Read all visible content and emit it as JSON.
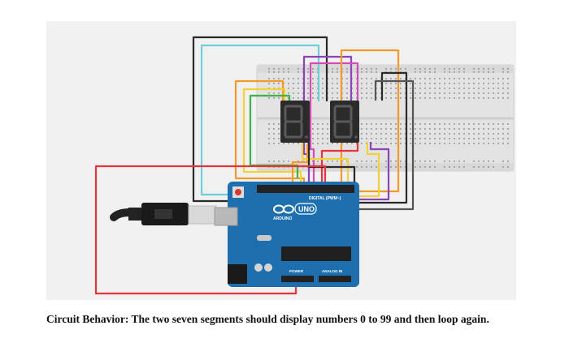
{
  "board": {
    "logo_text": "UNO",
    "brand_text": "ARDUINO",
    "digital_label": "DIGITAL (PWM~)",
    "power_label": "POWER",
    "analog_label": "ANALOG IN"
  },
  "caption": {
    "text": "Circuit Behavior: The two seven segments should display numbers 0 to 99 and then loop again."
  },
  "colors": {
    "board": "#1d6fb0",
    "wire_red": "#e4353a",
    "wire_orange": "#f39a2b",
    "wire_purple": "#8a44b8",
    "wire_magenta": "#d64bb8",
    "wire_cyan": "#6fcfd8",
    "wire_yellow": "#f2d23a",
    "wire_black": "#222222",
    "wire_gray": "#555555",
    "display_body": "#2b2b2b"
  }
}
